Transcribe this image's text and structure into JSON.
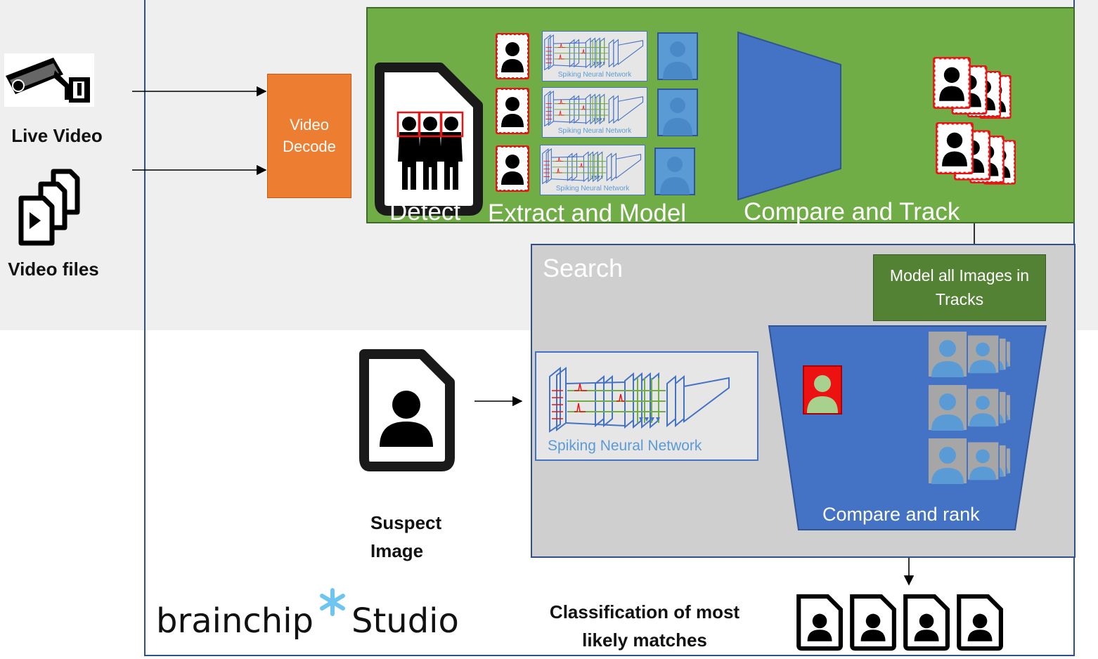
{
  "sources": {
    "live_video_label": "Live Video",
    "video_files_label": "Video files"
  },
  "decode": {
    "label": "Video Decode"
  },
  "pipeline": {
    "detect_label": "Detect",
    "extract_label": "Extract and Model",
    "compare_track_label": "Compare and Track",
    "snn_small_label": "Spiking Neural Network"
  },
  "search": {
    "title": "Search",
    "model_label": "Model all Images in Tracks",
    "snn_label": "Spiking Neural Network",
    "compare_rank_label": "Compare and rank"
  },
  "suspect": {
    "label": "Suspect Image"
  },
  "result": {
    "label": "Classification of most likely matches"
  },
  "brand": {
    "brainchip": "brainchip",
    "studio": "Studio"
  },
  "colors": {
    "decode": "#ed7d31",
    "pipeline": "#70ad47",
    "model_box": "#548235",
    "blue": "#4472c4",
    "search_bg": "#d0cfcf",
    "person": "#5b9bd5"
  },
  "icons": [
    "cctv-camera-icon",
    "video-files-icon",
    "document-people-icon",
    "face-thumbnail-icon",
    "person-icon",
    "document-person-icon",
    "brainchip-star-icon"
  ]
}
